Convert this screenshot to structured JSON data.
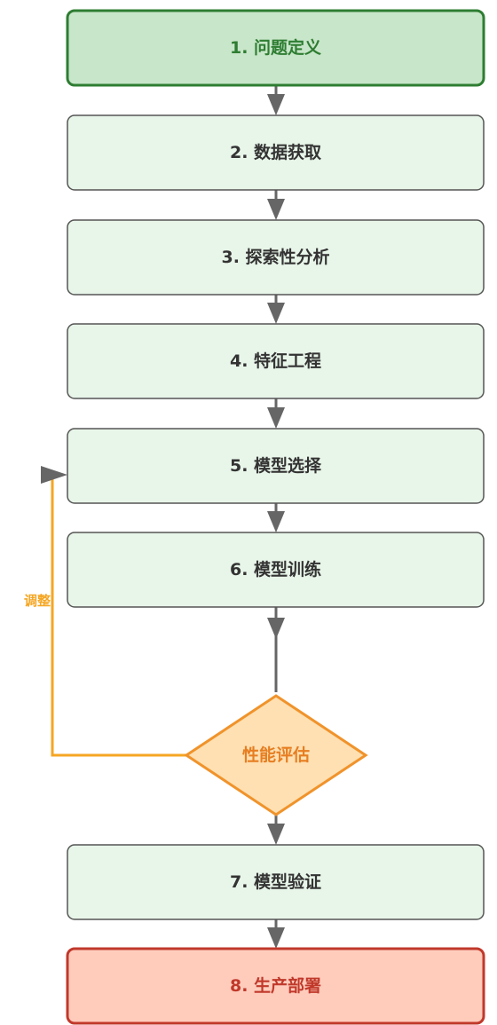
{
  "colors": {
    "step_fill": "#e8f5e9",
    "step_stroke": "#555555",
    "step_text": "#333333",
    "start_fill": "#c8e6c9",
    "start_stroke": "#2e7d32",
    "start_text": "#2e7d32",
    "end_fill": "#ffccbc",
    "end_stroke": "#c0392b",
    "end_text": "#c0392b",
    "decision_fill": "#ffe0b2",
    "decision_stroke": "#f0932b",
    "decision_text": "#e67e22",
    "arrow": "#666666",
    "feedback": "#f5a623"
  },
  "nodes": [
    {
      "id": "n1",
      "label": "1. 问题定义",
      "kind": "start"
    },
    {
      "id": "n2",
      "label": "2. 数据获取",
      "kind": "step"
    },
    {
      "id": "n3",
      "label": "3. 探索性分析",
      "kind": "step"
    },
    {
      "id": "n4",
      "label": "4. 特征工程",
      "kind": "step"
    },
    {
      "id": "n5",
      "label": "5. 模型选择",
      "kind": "step"
    },
    {
      "id": "n6",
      "label": "6. 模型训练",
      "kind": "step"
    },
    {
      "id": "d1",
      "label": "性能评估",
      "kind": "decision"
    },
    {
      "id": "n7",
      "label": "7. 模型验证",
      "kind": "step"
    },
    {
      "id": "n8",
      "label": "8. 生产部署",
      "kind": "end"
    }
  ],
  "edges": [
    {
      "from": "n1",
      "to": "n2"
    },
    {
      "from": "n2",
      "to": "n3"
    },
    {
      "from": "n3",
      "to": "n4"
    },
    {
      "from": "n4",
      "to": "n5"
    },
    {
      "from": "n5",
      "to": "n6"
    },
    {
      "from": "n6",
      "to": "d1"
    },
    {
      "from": "d1",
      "to": "n7"
    },
    {
      "from": "n7",
      "to": "n8"
    }
  ],
  "feedback_edge": {
    "from": "d1",
    "to": "n5",
    "label": "调整"
  }
}
